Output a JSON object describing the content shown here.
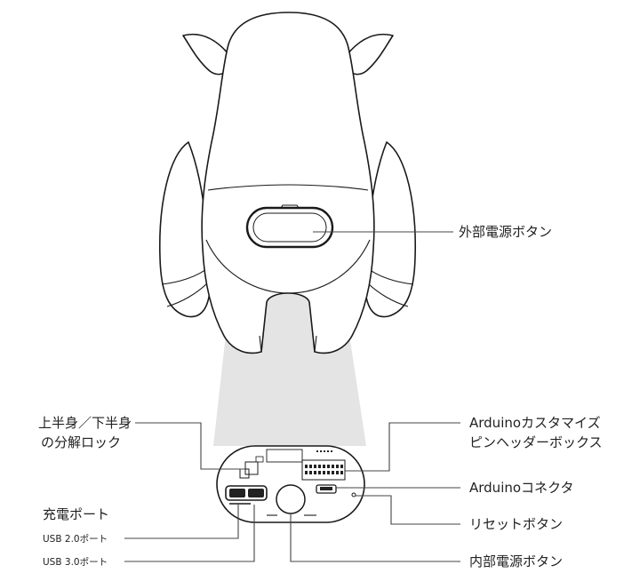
{
  "labels": {
    "external_power_button": "外部電源ボタン",
    "lock_line1": "上半身／下半身",
    "lock_line2": "の分解ロック",
    "charge_port": "充電ポート",
    "usb2_port": "USB 2.0ポート",
    "usb3_port": "USB 3.0ポート",
    "arduino_header_line1": "Arduinoカスタマイズ",
    "arduino_header_line2": "ピンヘッダーボックス",
    "arduino_connector": "Arduinoコネクタ",
    "reset_button": "リセットボタン",
    "internal_power_button": "内部電源ボタン"
  },
  "colors": {
    "outline": "#1a1a1a",
    "leader_line": "#444444",
    "light_beam": "#e2e2e2",
    "background": "#ffffff"
  }
}
